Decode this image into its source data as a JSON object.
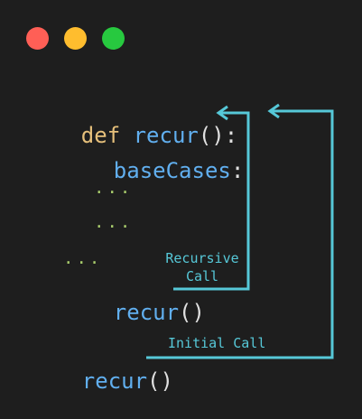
{
  "window": {
    "buttons": {
      "close_color": "#ff5f56",
      "minimize_color": "#ffbd2e",
      "maximize_color": "#27c93f"
    }
  },
  "code": {
    "line1": {
      "keyword": "def",
      "name": "recur",
      "parens": "()",
      "colon": ":"
    },
    "line2": {
      "name": "baseCases",
      "colon": ":"
    },
    "line3": {
      "dots": "..."
    },
    "line4": {
      "dots": "..."
    },
    "line5": {
      "dots": "..."
    },
    "line6": {
      "name": "recur",
      "parens": "()"
    },
    "line7": {
      "name": "recur",
      "parens": "()"
    }
  },
  "annotations": {
    "recursive_call_line1": "Recursive",
    "recursive_call_line2": "Call",
    "initial_call": "Initial Call"
  },
  "colors": {
    "background": "#1e1e1e",
    "keyword": "#e6c07b",
    "identifier": "#61afef",
    "punctuation": "#e0e0e0",
    "ellipsis": "#a8cc6c",
    "arrow": "#56c8d8"
  }
}
